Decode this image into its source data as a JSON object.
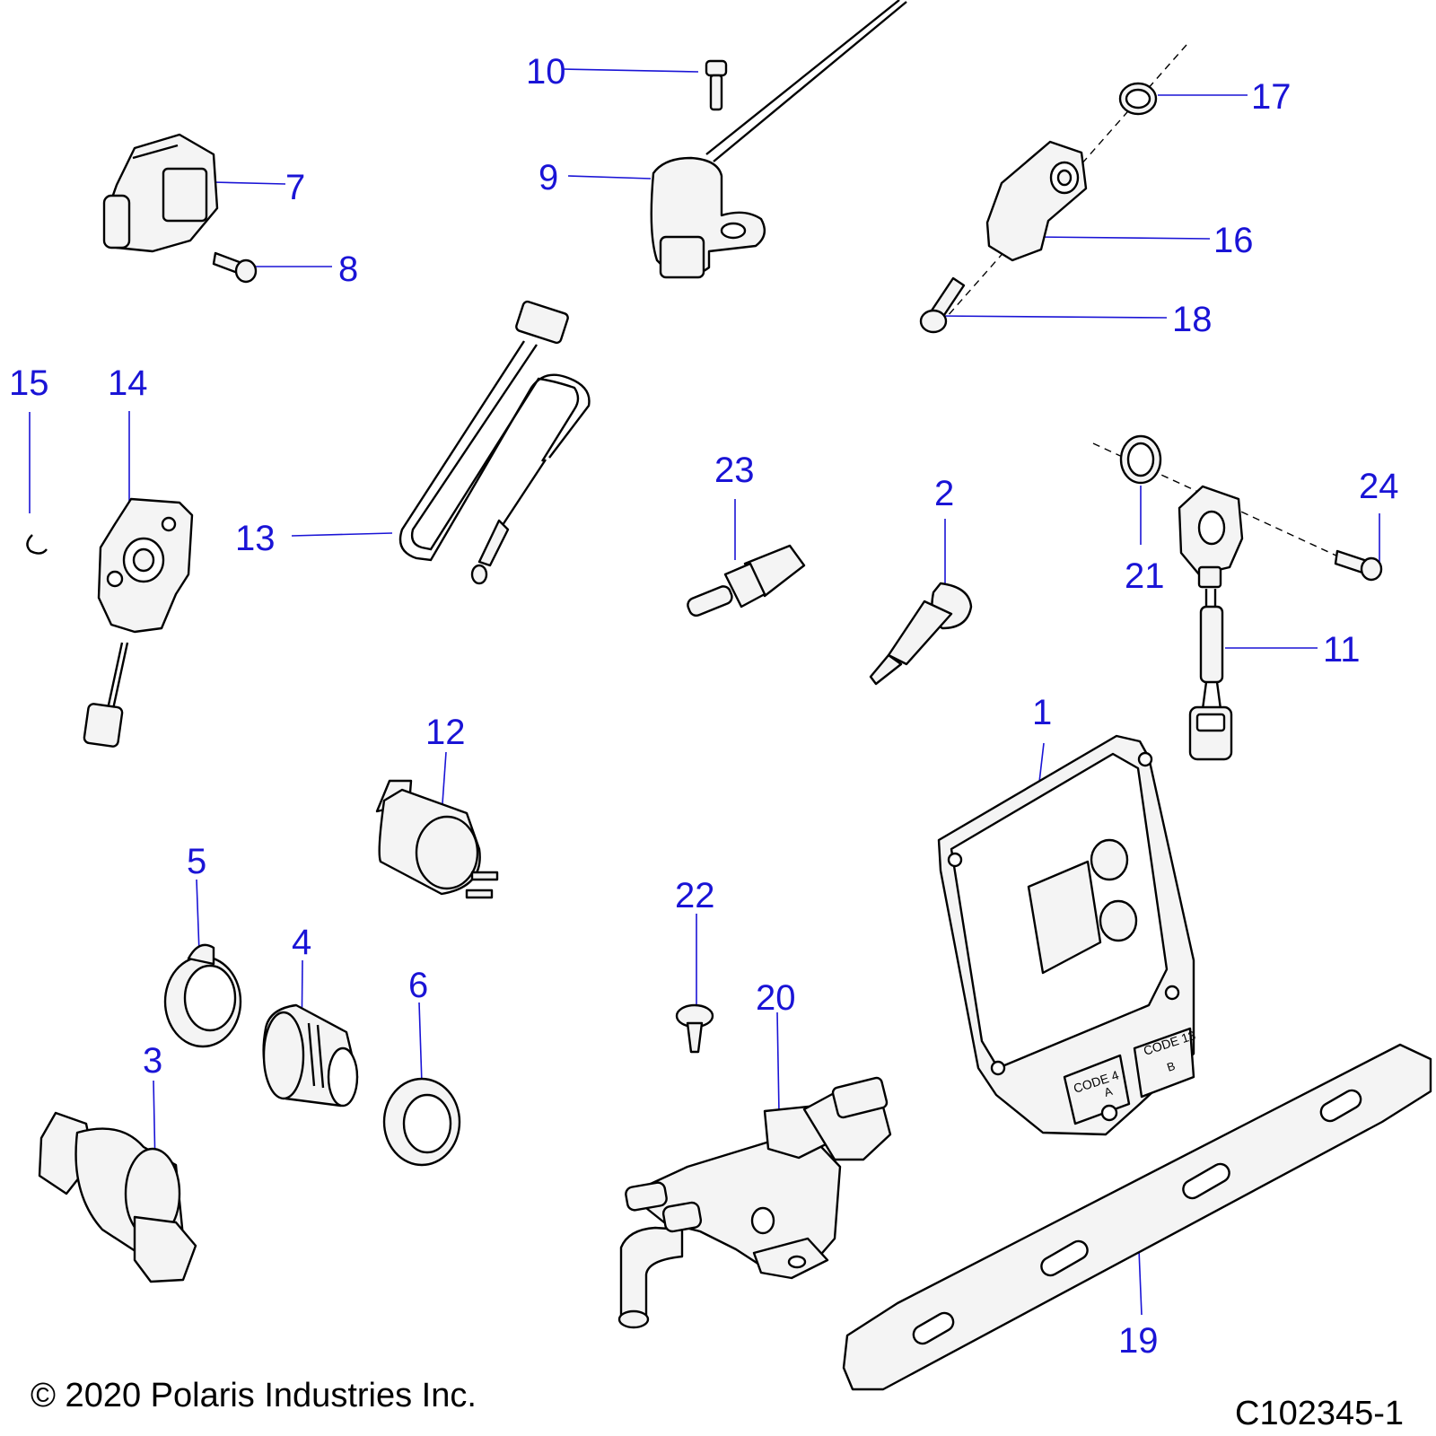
{
  "callouts": {
    "c1": "1",
    "c2": "2",
    "c3": "3",
    "c4": "4",
    "c5": "5",
    "c6": "6",
    "c7": "7",
    "c8": "8",
    "c9": "9",
    "c10": "10",
    "c11": "11",
    "c12": "12",
    "c13": "13",
    "c14": "14",
    "c15": "15",
    "c16": "16",
    "c17": "17",
    "c18": "18",
    "c19": "19",
    "c20": "20",
    "c21": "21",
    "c22": "22",
    "c23": "23",
    "c24": "24"
  },
  "ecu_labels": {
    "code4": "CODE 4",
    "code4_sub": "A",
    "code13": "CODE 13",
    "code13_sub": "B"
  },
  "footer": {
    "copyright": "© 2020 Polaris Industries Inc.",
    "diagram_id": "C102345-1"
  },
  "colors": {
    "callout": "#1a14d6",
    "line_art": "#000000",
    "part_fill": "#f4f4f4"
  }
}
